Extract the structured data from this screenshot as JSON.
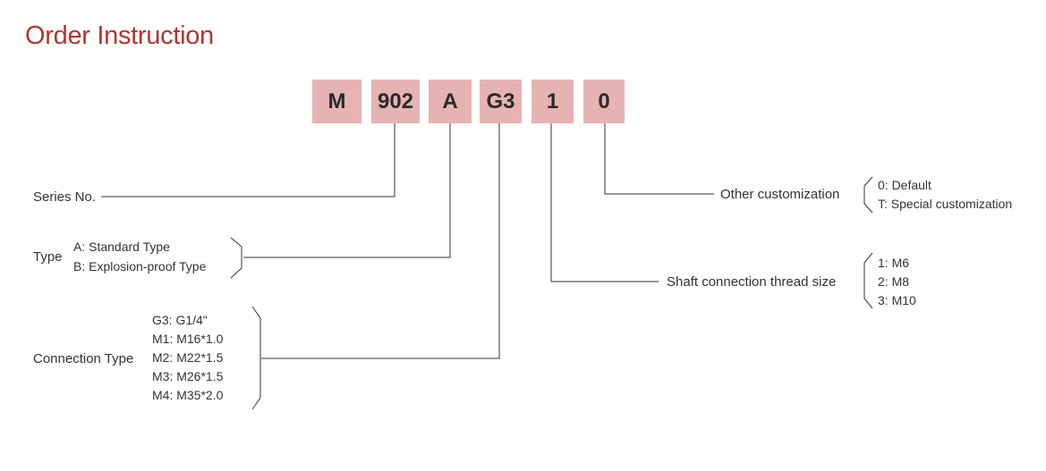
{
  "title": "Order Instruction",
  "code_segments": [
    "M",
    "902",
    "A",
    "G3",
    "1",
    "0"
  ],
  "series": {
    "label": "Series No."
  },
  "type": {
    "label": "Type",
    "options": [
      "A: Standard Type",
      "B: Explosion-proof Type"
    ]
  },
  "connection": {
    "label": "Connection Type",
    "options": [
      "G3: G1/4\"",
      "M1: M16*1.0",
      "M2: M22*1.5",
      "M3: M26*1.5",
      "M4: M35*2.0"
    ]
  },
  "shaft": {
    "label": "Shaft connection thread size",
    "options": [
      "1: M6",
      "2: M8",
      "3: M10"
    ]
  },
  "customization": {
    "label": "Other customization",
    "options": [
      "0: Default",
      "T: Special customization"
    ]
  },
  "colors": {
    "title": "#b2352e",
    "box": "#e6b3b3",
    "line": "#333333"
  }
}
